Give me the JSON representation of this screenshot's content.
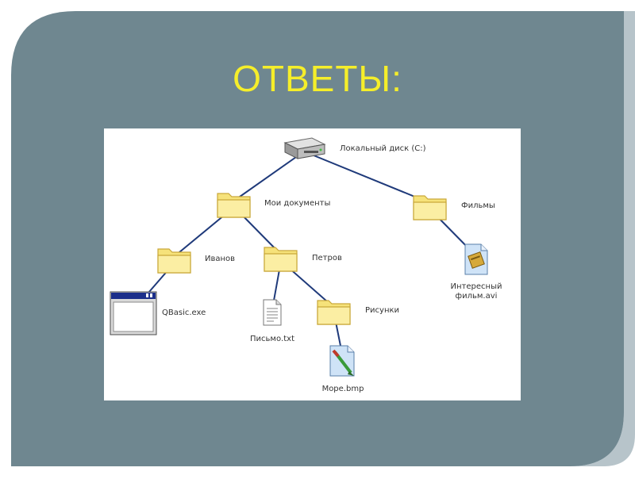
{
  "slide": {
    "title": "ОТВЕТЫ:",
    "colors": {
      "frame": "#6f8790",
      "frame_highlight": "#879da6",
      "title": "#f5ee2a",
      "panel": "#ffffff",
      "edge": "#1f3a7a",
      "folder": "#f6e27a",
      "folder_edge": "#c9a83a"
    }
  },
  "tree": {
    "nodes": [
      {
        "id": "drive",
        "icon": "hard-drive-icon",
        "label": "Локальный диск (C:)"
      },
      {
        "id": "mydocs",
        "icon": "folder-icon",
        "label": "Мои документы"
      },
      {
        "id": "films",
        "icon": "folder-icon",
        "label": "Фильмы"
      },
      {
        "id": "ivanov",
        "icon": "folder-icon",
        "label": "Иванов"
      },
      {
        "id": "petrov",
        "icon": "folder-icon",
        "label": "Петров"
      },
      {
        "id": "movie",
        "icon": "video-file-icon",
        "label": "Интересный фильм.avi"
      },
      {
        "id": "qbasic",
        "icon": "application-window-icon",
        "label": "QBasic.exe"
      },
      {
        "id": "letter",
        "icon": "text-file-icon",
        "label": "Письмо.txt"
      },
      {
        "id": "pictures",
        "icon": "folder-icon",
        "label": "Рисунки"
      },
      {
        "id": "sea",
        "icon": "bitmap-file-icon",
        "label": "Море.bmp"
      }
    ],
    "edges": [
      [
        "drive",
        "mydocs"
      ],
      [
        "drive",
        "films"
      ],
      [
        "mydocs",
        "ivanov"
      ],
      [
        "mydocs",
        "petrov"
      ],
      [
        "films",
        "movie"
      ],
      [
        "ivanov",
        "qbasic"
      ],
      [
        "petrov",
        "letter"
      ],
      [
        "petrov",
        "pictures"
      ],
      [
        "pictures",
        "sea"
      ]
    ]
  }
}
